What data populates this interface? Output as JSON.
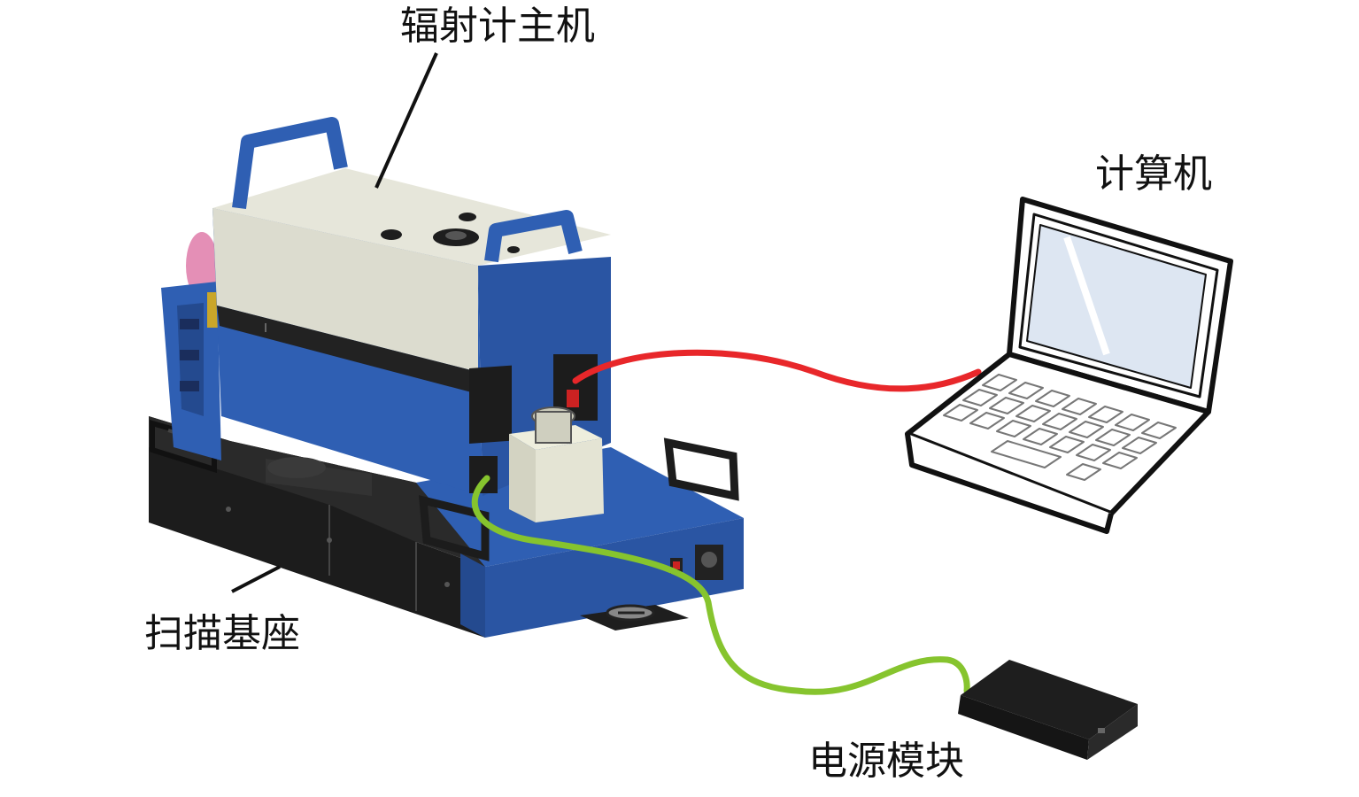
{
  "labels": {
    "radiometer_host": "辐射计主机",
    "computer": "计算机",
    "scan_base": "扫描基座",
    "power_module": "电源模块"
  },
  "colors": {
    "device_blue": "#2f5fb3",
    "device_blue_dark": "#244a8f",
    "housing_cream": "#dcdccf",
    "base_black": "#1e1e1e",
    "data_cable": "#e8272a",
    "power_cable": "#86c42e"
  },
  "icons": [
    "laptop-icon",
    "power-adapter-icon",
    "radiometer-device-icon"
  ]
}
